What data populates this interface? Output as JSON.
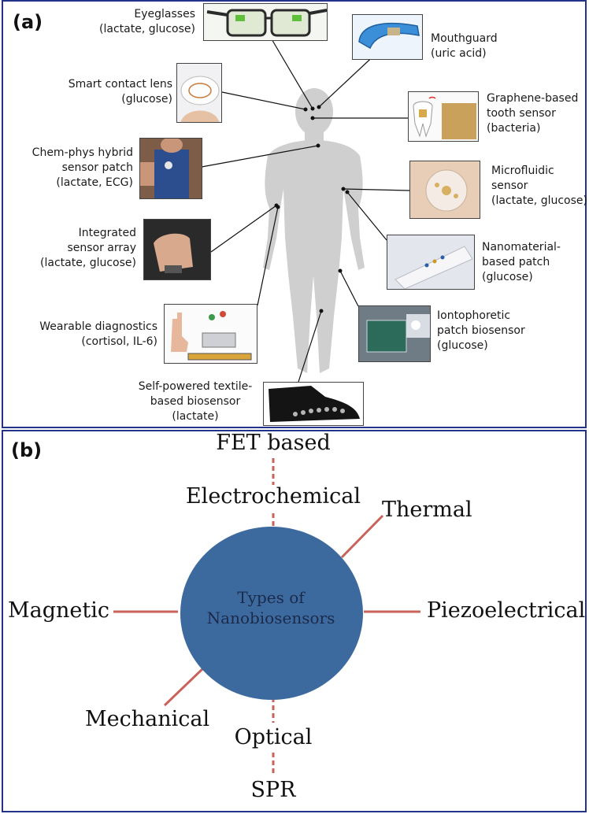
{
  "panel_a": {
    "letter": "(a)",
    "labels": {
      "eyeglasses": [
        "Eyeglasses",
        "(lactate, glucose)"
      ],
      "mouthguard": [
        "Mouthguard",
        "(uric acid)"
      ],
      "contact_lens": [
        "Smart contact lens",
        "(glucose)"
      ],
      "tooth_sensor": [
        "Graphene-based",
        "tooth sensor",
        "(bacteria)"
      ],
      "hybrid_patch": [
        "Chem-phys hybrid",
        "sensor patch",
        "(lactate, ECG)"
      ],
      "microfluidic": [
        "Microfluidic",
        "sensor",
        "(lactate, glucose)"
      ],
      "sensor_array": [
        "Integrated",
        "sensor array",
        "(lactate, glucose)"
      ],
      "nanomaterial_patch": [
        "Nanomaterial-",
        "based patch",
        "(glucose)"
      ],
      "wearable_diagnostics": [
        "Wearable diagnostics",
        "(cortisol, IL-6)"
      ],
      "iontophoretic": [
        "Iontophoretic",
        "patch biosensor",
        "(glucose)"
      ],
      "textile": [
        "Self-powered textile-",
        "based biosensor",
        "(lactate)"
      ]
    }
  },
  "panel_b": {
    "letter": "(b)",
    "center": [
      "Types of",
      "Nanobiosensors"
    ],
    "types": {
      "fet": "FET based",
      "electrochemical": "Electrochemical",
      "thermal": "Thermal",
      "magnetic": "Magnetic",
      "piezoelectrical": "Piezoelectrical",
      "mechanical": "Mechanical",
      "optical": "Optical",
      "spr": "SPR"
    }
  },
  "colors": {
    "border": "#24338a",
    "circle": "#3d6a9e",
    "spoke": "#c8625a",
    "body": "#cfcfcf"
  }
}
